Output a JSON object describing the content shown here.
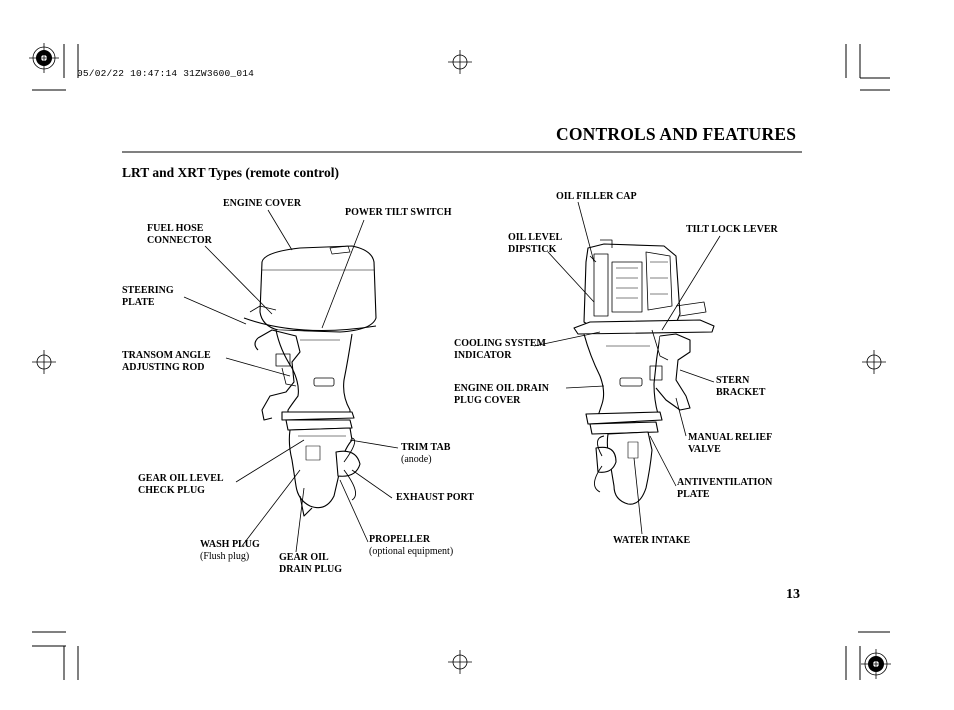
{
  "print_stamp": "05/02/22 10:47:14 31ZW3600_014",
  "header": {
    "title": "CONTROLS AND FEATURES"
  },
  "section": {
    "title": "LRT and XRT Types (remote control)"
  },
  "page_number": "13",
  "left_labels": {
    "engine_cover": [
      "ENGINE COVER"
    ],
    "power_tilt_switch": [
      "POWER TILT SWITCH"
    ],
    "fuel_hose_connector": [
      "FUEL HOSE",
      "CONNECTOR"
    ],
    "steering_plate": [
      "STEERING",
      "PLATE"
    ],
    "transom_angle_rod": [
      "TRANSOM ANGLE",
      "ADJUSTING ROD"
    ],
    "trim_tab": [
      "TRIM TAB",
      "(anode)"
    ],
    "gear_oil_level_check_plug": [
      "GEAR OIL LEVEL",
      "CHECK PLUG"
    ],
    "exhaust_port": [
      "EXHAUST PORT"
    ],
    "wash_plug": [
      "WASH PLUG",
      "(Flush plug)"
    ],
    "gear_oil_drain_plug": [
      "GEAR OIL",
      "DRAIN PLUG"
    ],
    "propeller": [
      "PROPELLER",
      "(optional equipment)"
    ]
  },
  "right_labels": {
    "oil_filler_cap": [
      "OIL FILLER CAP"
    ],
    "tilt_lock_lever": [
      "TILT LOCK LEVER"
    ],
    "oil_level_dipstick": [
      "OIL LEVEL",
      "DIPSTICK"
    ],
    "cooling_system_indicator": [
      "COOLING SYSTEM",
      "INDICATOR"
    ],
    "engine_oil_drain_plug_cover": [
      "ENGINE OIL DRAIN",
      "PLUG COVER"
    ],
    "stern_bracket": [
      "STERN",
      "BRACKET"
    ],
    "manual_relief_valve": [
      "MANUAL RELIEF",
      "VALVE"
    ],
    "antiventilation_plate": [
      "ANTIVENTILATION",
      "PLATE"
    ],
    "water_intake": [
      "WATER INTAKE"
    ]
  }
}
